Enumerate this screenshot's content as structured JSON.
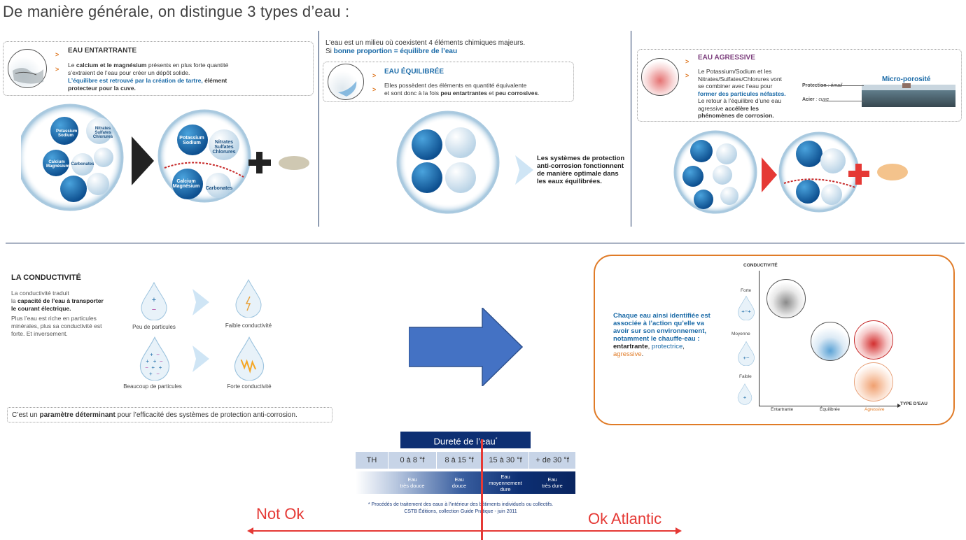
{
  "page": {
    "title": "De manière générale, on distingue 3 types d’eau :"
  },
  "entartrante": {
    "heading": "EAU ENTARTRANTE",
    "line1_pre": "Le ",
    "line1_b1": "calcium et le magnésium",
    "line1_post": " présents en plus forte quantité",
    "line2": "s’extraient de l’eau pour créer un dépôt solide.",
    "line3_blue": "L’équilibre est retrouvé par la création de tartre,",
    "line3_b": " élément",
    "line4_b": "protecteur pour la cuve."
  },
  "equilibree": {
    "intro1": "L’eau est un milieu où coexistent 4 éléments chimiques majeurs.",
    "intro2_pre": "Si ",
    "intro2_blue": "bonne proportion = équilibre de l’eau",
    "heading": "EAU ÉQUILIBRÉE",
    "line1": "Elles possèdent des éléments en quantité équivalente",
    "line2_pre": "et sont donc à la fois ",
    "line2_b1": "peu entartrantes",
    "line2_mid": " et ",
    "line2_b2": "peu corrosives",
    "line2_post": ".",
    "side_text1": "Les systèmes de protection",
    "side_text2": "anti-corrosion fonctionnent",
    "side_text3": "de manière optimale dans",
    "side_text4": "les eaux équilibrées."
  },
  "agressive": {
    "heading": "EAU AGRESSIVE",
    "line1": "Le Potassium/Sodium et les",
    "line2": "Nitrates/Sulfates/Chlorures vont",
    "line3": "se combiner avec l’eau pour",
    "line4_blue": "former des particules néfastes.",
    "line5": "Le retour à l’équilibre d’une eau",
    "line6_pre": "agressive ",
    "line6_b": "accélère les",
    "line7_b": "phénomènes de corrosion.",
    "micro_title": "Micro-porosité",
    "protection_label": "Protection",
    "protection_value": " : émail",
    "acier_label": "Acier",
    "acier_value": " : cuve"
  },
  "molecules": {
    "potassium": "Potassium\nSodium",
    "nitrates": "Nitrates\nSulfates\nChlorures",
    "calcium": "Calcium\nMagnésium",
    "carbonates": "Carbonates"
  },
  "conductivite": {
    "heading": "LA CONDUCTIVITÉ",
    "p1a": "La conductivité traduit",
    "p1b_pre": "la ",
    "p1b_b": "capacité de l’eau à transporter",
    "p1c_b": "le courant électrique.",
    "p2a": "Plus l’eau est riche en particules",
    "p2b": "minérales, plus sa conductivité est",
    "p2c": "forte. Et inversement.",
    "cap_peu": "Peu de particules",
    "cap_faible": "Faible conductivité",
    "cap_beaucoup": "Beaucoup de particules",
    "cap_forte": "Forte conductivité",
    "param_pre": "C’est un ",
    "param_b": "paramètre déterminant",
    "param_post": " pour l’efficacité des systèmes de protection anti-corrosion."
  },
  "chart_panel": {
    "text1": "Chaque eau ainsi identifiée est",
    "text2": "associée à l’action qu’elle va",
    "text3": "avoir sur son environnement,",
    "text4": "notamment le chauffe-eau :",
    "text5_b": "entartrante",
    "text5_sep": ", ",
    "text5_blue": "protectrice",
    "text5_comma": ",",
    "text6_orange": "agressive",
    "text6_dot": ".",
    "y_title": "CONDUCTIVITÉ",
    "x_title": "TYPE D’EAU",
    "y_forte": "Forte",
    "y_moyenne": "Moyenne",
    "y_faible": "Faible",
    "x_entartrante": "Entartrante",
    "x_equilibree": "Équilibrée",
    "x_agressive": "Agressive"
  },
  "durete": {
    "title": "Dureté de l’eau",
    "title_mark": "*",
    "th": "TH",
    "r1": "0 à 8 °f",
    "r2": "8 à 15 °f",
    "r3": "15 à 30 °f",
    "r4": "+ de 30 °f",
    "l1": "Eau\ntrès douce",
    "l2": "Eau\ndouce",
    "l3": "Eau\nmoyennement\ndure",
    "l4": "Eau\ntrès dure",
    "foot1": "* Procédés de traitement des eaux à l’intérieur des bâtiments individuels ou collectifs.",
    "foot2": "CSTB Éditions, collection Guide Pratique - juin 2011"
  },
  "verdict": {
    "left": "Not Ok",
    "right": "Ok Atlantic"
  },
  "colors": {
    "navy": "#1f3864",
    "accent_blue": "#1a6aa7",
    "orange": "#e07b27",
    "red": "#e53935",
    "arrow_blue": "#4472c4",
    "durete_dark": "#0d2f73"
  }
}
